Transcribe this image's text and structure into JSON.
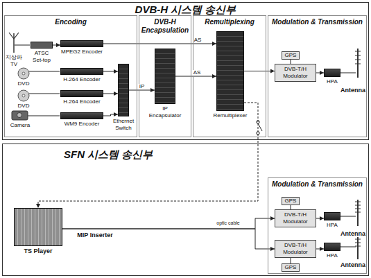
{
  "diagram": {
    "nodes": [
      {
        "text": [
          "DVB-H 시스템 송신부"
        ]
      },
      {
        "text": [
          "Encoding"
        ],
        "in": 0
      },
      {
        "text": [
          "DVB-H Encapsulation"
        ],
        "in": 0
      },
      {
        "text": [
          "Remultiplexing"
        ],
        "in": 0
      },
      {
        "text": [
          "Modulation & Transmission"
        ],
        "in": 0
      },
      {
        "text": [
          "ATSC Set-top"
        ],
        "in": 1
      },
      {
        "text": [
          "MPEG2 Encoder"
        ],
        "in": 1
      },
      {
        "text": [
          "H.264 Encoder"
        ],
        "in": 1
      },
      {
        "text": [
          "H.264 Encoder"
        ],
        "in": 1
      },
      {
        "text": [
          "WM9 Encoder"
        ],
        "in": 1
      },
      {
        "text": [
          "Ethernet Switch"
        ],
        "in": 1
      },
      {
        "text": [
          "IP Encapsulator"
        ],
        "in": 2
      },
      {
        "text": [
          "Remultiplexer"
        ],
        "in": 3
      },
      {
        "text": [
          "GPS"
        ],
        "in": 4
      },
      {
        "text": [
          "DVB-T/H Modulator"
        ],
        "in": 4
      },
      {
        "text": [
          "HPA"
        ],
        "in": 4
      },
      {
        "text": [
          "SFN 시스템 송신부"
        ]
      },
      {
        "text": [
          "TS Player"
        ],
        "in": 16
      },
      {
        "text": [
          "Modulation & Transmission"
        ],
        "in": 16
      },
      {
        "text": [
          "GPS"
        ],
        "in": 18
      },
      {
        "text": [
          "DVB-T/H Modulator"
        ],
        "in": 18
      },
      {
        "text": [
          "HPA"
        ],
        "in": 18
      },
      {
        "text": [
          "DVB-T/H Modulator"
        ],
        "in": 18
      },
      {
        "text": [
          "GPS"
        ],
        "in": 18
      },
      {
        "text": [
          "HPA"
        ],
        "in": 18
      }
    ],
    "edges": [
      {
        "from": 5,
        "to": 6,
        "arrow": "to"
      },
      {
        "from": 6,
        "to": 12,
        "arrow": "to",
        "label": "AS"
      },
      {
        "from": 7,
        "to": 10,
        "arrow": "to"
      },
      {
        "from": 8,
        "to": 10,
        "arrow": "to"
      },
      {
        "from": 9,
        "to": 10,
        "arrow": "to"
      },
      {
        "from": 10,
        "to": 11,
        "arrow": "to",
        "label": "IP"
      },
      {
        "from": 11,
        "to": 12,
        "arrow": "to",
        "label": "AS"
      },
      {
        "from": 12,
        "to": 14,
        "arrow": "to"
      },
      {
        "from": 13,
        "to": 14,
        "arrow": "none"
      },
      {
        "from": 14,
        "to": 15,
        "arrow": "to"
      },
      {
        "from": 12,
        "to": 17,
        "arrow": "to"
      },
      {
        "from": 19,
        "to": 20,
        "arrow": "none"
      },
      {
        "from": 20,
        "to": 21,
        "arrow": "to"
      },
      {
        "from": 17,
        "to": 20,
        "arrow": "to"
      },
      {
        "from": 17,
        "to": 22,
        "arrow": "to"
      },
      {
        "from": 22,
        "to": 24,
        "arrow": "to"
      },
      {
        "from": 23,
        "to": 22,
        "arrow": "none"
      }
    ],
    "labels": [
      "지상파 TV",
      "DVD",
      "DVD",
      "Camera",
      "Antenna",
      "MIP Inserter",
      "optic cable",
      "Antenna",
      "Antenna"
    ]
  }
}
